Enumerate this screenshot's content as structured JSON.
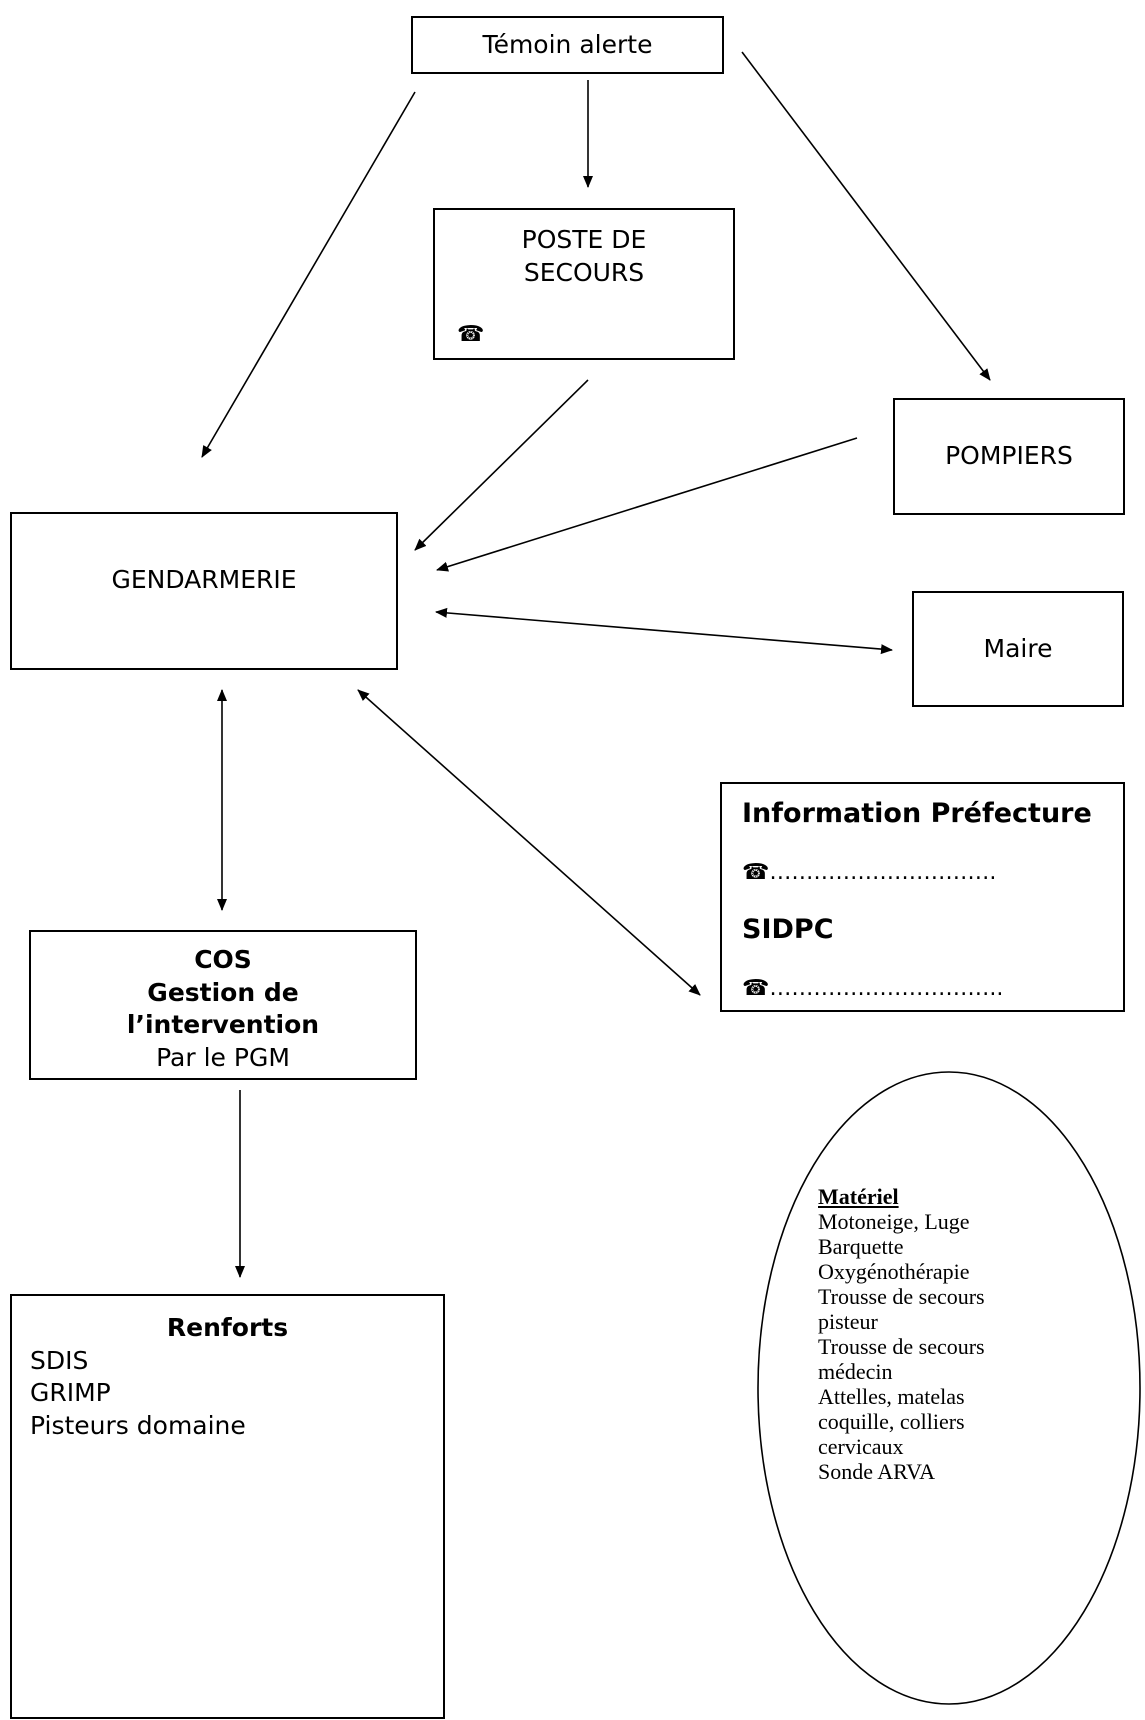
{
  "nodes": {
    "temoin": "Témoin alerte",
    "poste_line1": "POSTE DE",
    "poste_line2": "SECOURS",
    "phone_glyph": "☎",
    "pompiers": "POMPIERS",
    "gendarmerie": "GENDARMERIE",
    "maire": "Maire",
    "prefecture_title": "Information Préfecture",
    "prefecture_phone_dots": "………………………….",
    "sidpc_title": "SIDPC",
    "sidpc_phone_dots": "…………………………..",
    "cos_line1": "COS",
    "cos_line2": "Gestion de",
    "cos_line3": "l’intervention",
    "cos_line4": "Par le PGM",
    "renforts_title": "Renforts",
    "renforts_items": [
      "SDIS",
      "GRIMP",
      "Pisteurs domaine"
    ]
  },
  "materiel": {
    "title": "Matériel",
    "items": [
      "Motoneige, Luge",
      "Barquette",
      "Oxygénothérapie",
      "Trousse de secours",
      "pisteur",
      "Trousse de secours",
      "médecin",
      "Attelles, matelas",
      "coquille, colliers",
      "cervicaux",
      "Sonde ARVA"
    ]
  }
}
